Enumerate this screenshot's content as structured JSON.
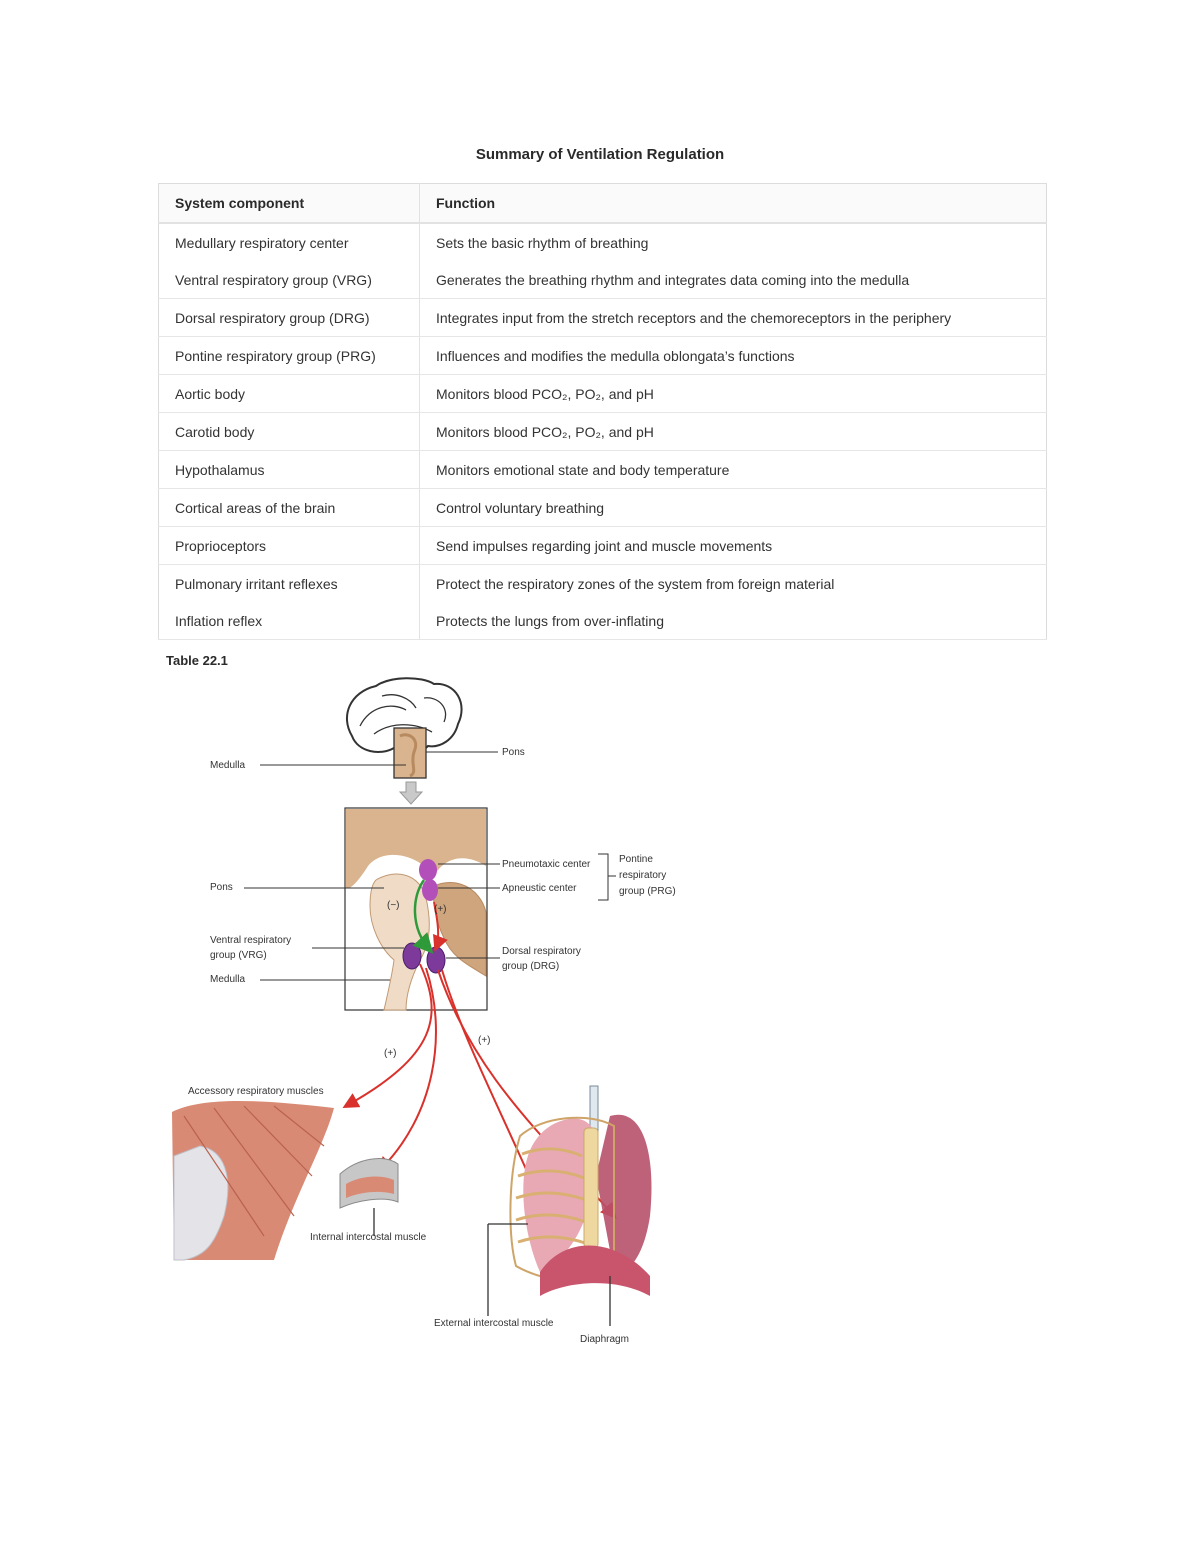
{
  "document": {
    "title": "Summary of Ventilation Regulation",
    "caption": "Table 22.1"
  },
  "table": {
    "headers": [
      "System component",
      "Function"
    ],
    "rows": [
      {
        "component": "Medullary respiratory center",
        "function": "Sets the basic rhythm of breathing"
      },
      {
        "component": "Ventral respiratory group (VRG)",
        "function": "Generates the breathing rhythm and integrates data coming into the medulla"
      },
      {
        "component": "Dorsal respiratory group (DRG)",
        "function": "Integrates input from the stretch receptors and the chemoreceptors in the periphery"
      },
      {
        "component": "Pontine respiratory group (PRG)",
        "function": "Influences and modifies the medulla oblongata’s functions"
      },
      {
        "component": "Aortic body",
        "function": "Monitors blood PCO₂, PO₂, and pH"
      },
      {
        "component": "Carotid body",
        "function": "Monitors blood PCO₂, PO₂, and pH"
      },
      {
        "component": "Hypothalamus",
        "function": "Monitors emotional state and body temperature"
      },
      {
        "component": "Cortical areas of the brain",
        "function": "Control voluntary breathing"
      },
      {
        "component": "Proprioceptors",
        "function": "Send impulses regarding joint and muscle movements"
      },
      {
        "component": "Pulmonary irritant reflexes",
        "function": "Protect the respiratory zones of the system from foreign material"
      },
      {
        "component": "Inflation reflex",
        "function": "Protects the lungs from over-inflating"
      }
    ]
  },
  "figure": {
    "labels": {
      "pons_top": "Pons",
      "medulla_top": "Medulla",
      "pneumotaxic": "Pneumotaxic center",
      "apneustic": "Apneustic center",
      "prg_line1": "Pontine",
      "prg_line2": "respiratory",
      "prg_line3": "group (PRG)",
      "pons": "Pons",
      "vrg_line1": "Ventral respiratory",
      "vrg_line2": "group (VRG)",
      "medulla": "Medulla",
      "drg_line1": "Dorsal respiratory",
      "drg_line2": "group (DRG)",
      "minus": "(−)",
      "plus_inner": "(+)",
      "plus_left": "(+)",
      "plus_right": "(+)",
      "accessory": "Accessory respiratory muscles",
      "internal": "Internal intercostal muscle",
      "external": "External intercostal muscle",
      "diaphragm": "Diaphragm"
    },
    "colors": {
      "nerve_arrow": "#d9312b",
      "inhibit_arrow": "#2f9a3a",
      "center_fill": "#b24fb9",
      "muscle": "#d98a74",
      "lung": "#b7516a",
      "brain_tissue": "#d9b48f"
    }
  }
}
